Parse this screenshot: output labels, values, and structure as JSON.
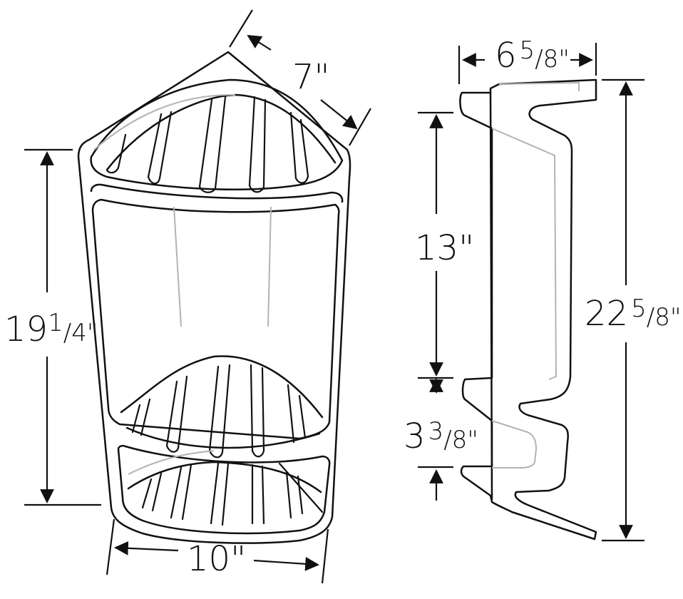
{
  "figure": {
    "colors": {
      "line": "#111111",
      "hidden_line": "#b3b3b3",
      "background": "#ffffff"
    },
    "front_view": {
      "depth_label": {
        "main": "7",
        "unit": "\""
      },
      "height_label": {
        "main": "19",
        "num": "1",
        "den": "4",
        "unit": "\""
      },
      "width_label": {
        "main": "10",
        "unit": "\""
      }
    },
    "side_view": {
      "depth_label": {
        "main": "6",
        "num": "5",
        "den": "8",
        "unit": "\""
      },
      "upper_gap_label": {
        "main": "13",
        "unit": "\""
      },
      "lower_gap_label": {
        "main": "3",
        "num": "3",
        "den": "8",
        "unit": "\""
      },
      "height_label": {
        "main": "22",
        "num": "5",
        "den": "8",
        "unit": "\""
      }
    }
  }
}
